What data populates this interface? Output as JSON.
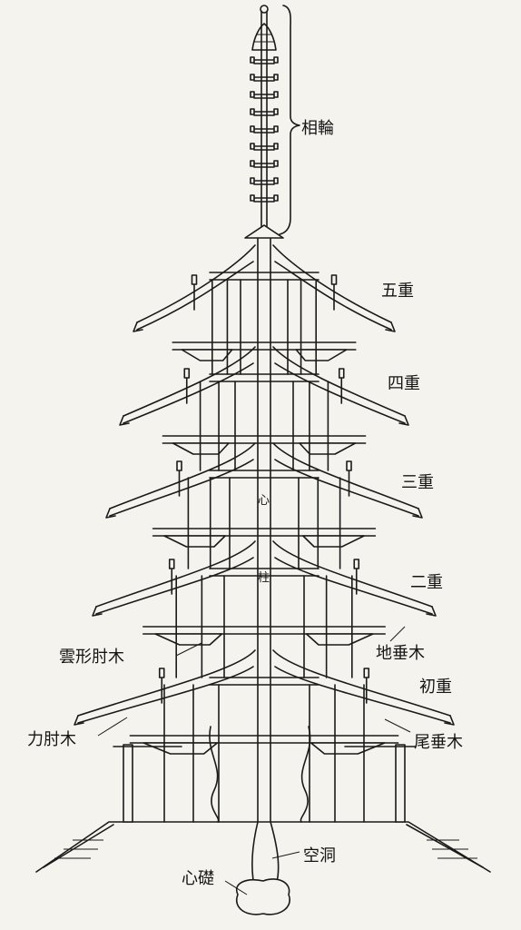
{
  "labels": {
    "sorin": "相輪",
    "goju": "五重",
    "shiju": "四重",
    "sanju": "三重",
    "niju": "二重",
    "shoju": "初重",
    "kumogata": "雲形肘木",
    "chitarugi": "地垂木",
    "chikarahijiki": "力肘木",
    "odaruki": "尾垂木",
    "kudo": "空洞",
    "shinso": "心礎",
    "shin": "心",
    "hashira": "柱"
  },
  "roof_count": 5
}
